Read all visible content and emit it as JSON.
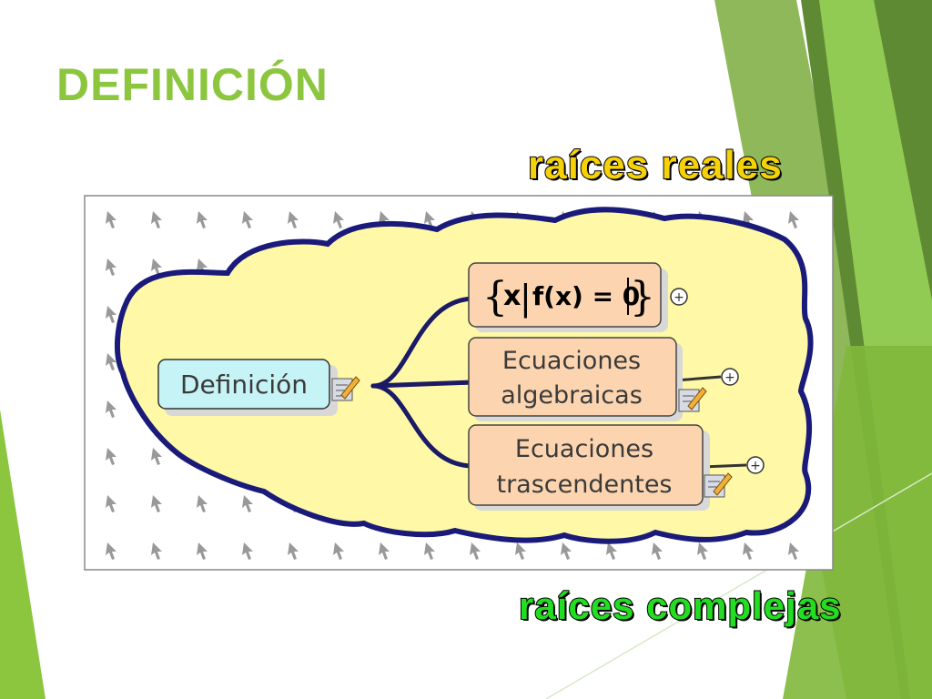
{
  "slide": {
    "title": "DEFINICIÓN",
    "accent_color": "#8cc63f"
  },
  "annotations": {
    "top": {
      "text": "raíces reales",
      "color": "#f5d10a"
    },
    "bottom": {
      "text": "raíces complejas",
      "color": "#22dd22"
    }
  },
  "mindmap": {
    "central": {
      "label": "Definición",
      "fill": "#c6f3f6",
      "icon": "notes-pencil-icon"
    },
    "cloud_fill": "#fff8a6",
    "cloud_stroke": "#1a1a7a",
    "branches": [
      {
        "formula": {
          "open": "{",
          "var": "x",
          "sep": "|",
          "expr": "f(x) = 0",
          "close": "}"
        },
        "has_note": false,
        "expand": "+"
      },
      {
        "lines": [
          "Ecuaciones",
          "algebraicas"
        ],
        "has_note": true,
        "expand": "+"
      },
      {
        "lines": [
          "Ecuaciones",
          "trascendentes"
        ],
        "has_note": true,
        "expand": "+"
      }
    ],
    "branch_fill": "#fcd5b0",
    "background_pattern_icon": "cursor-arrow-icon"
  }
}
